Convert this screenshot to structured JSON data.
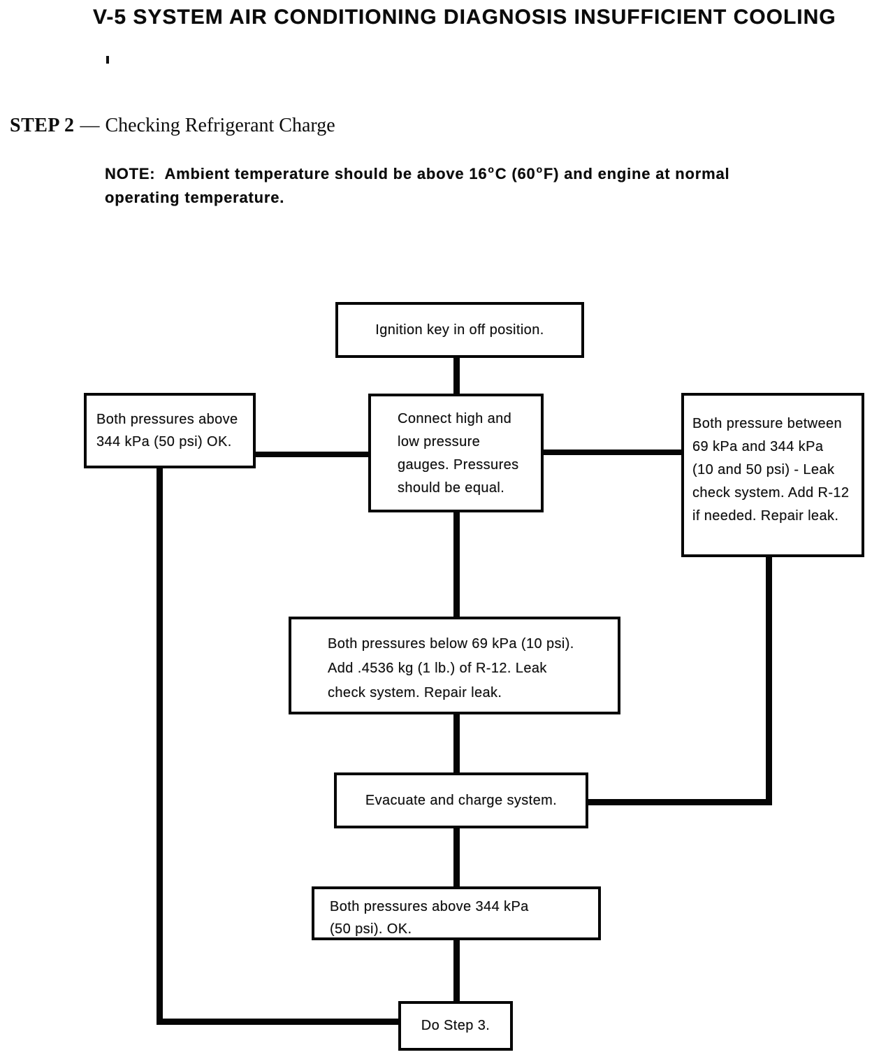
{
  "doc": {
    "title": "V-5 SYSTEM AIR CONDITIONING DIAGNOSIS INSUFFICIENT COOLING",
    "step": {
      "label": "STEP 2",
      "dash": "—",
      "title": "Checking Refrigerant Charge"
    },
    "note": {
      "line1_p0": "NOTE:  Ambient temperature should be above 16",
      "deg1": "o",
      "line1_p1": "C (60",
      "deg2": "o",
      "line1_p2": "F) and engine at normal",
      "line2": "operating temperature."
    }
  },
  "flowchart": {
    "nodes": {
      "ignition": {
        "lines": [
          "Ignition key in off position."
        ]
      },
      "left_ok": {
        "lines": [
          "Both pressures above",
          "344 kPa (50 psi) OK."
        ]
      },
      "gauges": {
        "lines": [
          "Connect high and",
          "low pressure",
          "gauges. Pressures",
          "should be equal."
        ]
      },
      "between_leak": {
        "lines": [
          "Both pressure between",
          "69 kPa and 344 kPa",
          "(10 and 50 psi) - Leak",
          "check system. Add R-12",
          "if needed. Repair leak."
        ]
      },
      "below_add": {
        "lines": [
          "Both pressures below 69 kPa (10 psi).",
          "Add .4536 kg (1 lb.) of R-12. Leak",
          "check system. Repair leak."
        ]
      },
      "evacuate": {
        "lines": [
          "Evacuate and charge system."
        ]
      },
      "above_ok": {
        "lines": [
          "Both pressures above 344 kPa",
          "(50 psi). OK."
        ]
      },
      "step3": {
        "lines": [
          "Do Step 3."
        ]
      }
    },
    "edges": [
      {
        "from": "ignition",
        "to": "gauges"
      },
      {
        "from": "gauges",
        "to": "left_ok"
      },
      {
        "from": "gauges",
        "to": "between_leak"
      },
      {
        "from": "gauges",
        "to": "below_add"
      },
      {
        "from": "below_add",
        "to": "evacuate"
      },
      {
        "from": "between_leak",
        "to": "evacuate"
      },
      {
        "from": "evacuate",
        "to": "above_ok"
      },
      {
        "from": "above_ok",
        "to": "step3"
      },
      {
        "from": "left_ok",
        "to": "step3"
      }
    ],
    "colors": {
      "line": "#050505",
      "background": "#ffffff",
      "text": "#0d0d0d"
    }
  }
}
